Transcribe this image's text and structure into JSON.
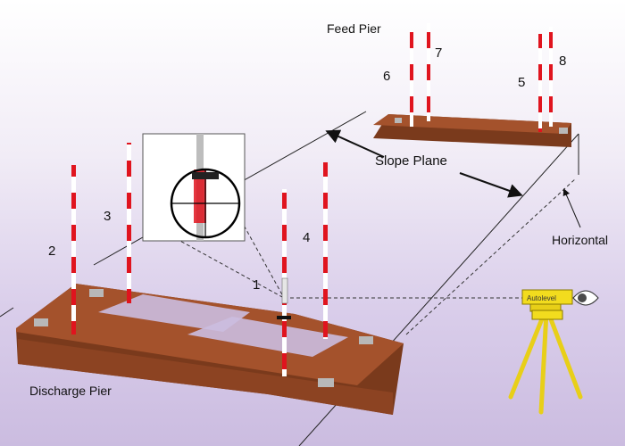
{
  "labels": {
    "feed_pier": "Feed Pier",
    "slope_plane": "Slope Plane",
    "horizontal": "Horizontal",
    "discharge_pier": "Discharge Pier",
    "autolevel": "Autolevel"
  },
  "rods": [
    "1",
    "2",
    "3",
    "4",
    "5",
    "6",
    "7",
    "8"
  ],
  "colors": {
    "pier": "#a4522c",
    "pier_dark": "#7a3a1c",
    "rod_red": "#e0141e",
    "tripod": "#f2dc1e"
  },
  "icons": [
    "eye-icon",
    "level-instrument",
    "tripod"
  ]
}
